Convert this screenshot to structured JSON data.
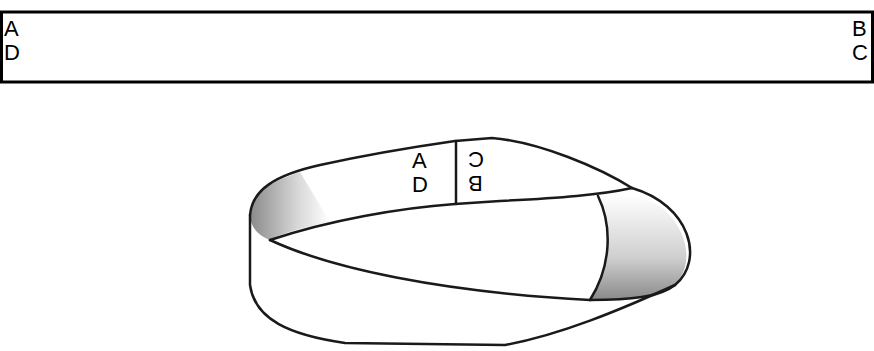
{
  "diagram": {
    "labels": [
      "A",
      "D",
      "B",
      "C",
      "A",
      "D",
      "C",
      "B"
    ]
  }
}
